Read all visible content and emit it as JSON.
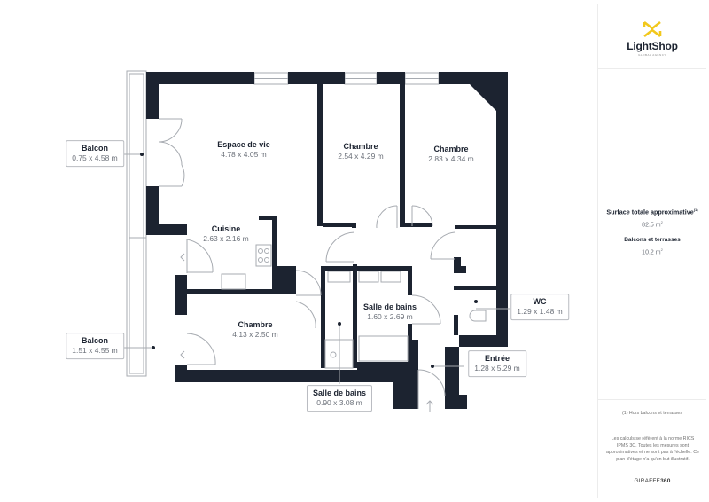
{
  "brand": {
    "name": "LightShop",
    "tagline": "GLOBAL AGENCY",
    "accent_color": "#f2c81c"
  },
  "colors": {
    "wall": "#1c2330",
    "fixture": "#a7abb1",
    "label_dim": "#6b7079"
  },
  "rooms": [
    {
      "id": "espace-de-vie",
      "name": "Espace de vie",
      "dims": "4.78 x 4.05 m",
      "boxed": false
    },
    {
      "id": "chambre-1",
      "name": "Chambre",
      "dims": "2.54 x 4.29 m",
      "boxed": false
    },
    {
      "id": "chambre-2",
      "name": "Chambre",
      "dims": "2.83 x 4.34 m",
      "boxed": false
    },
    {
      "id": "cuisine",
      "name": "Cuisine",
      "dims": "2.63 x 2.16 m",
      "boxed": false
    },
    {
      "id": "chambre-3",
      "name": "Chambre",
      "dims": "4.13 x 2.50 m",
      "boxed": false
    },
    {
      "id": "salle-de-bains-1",
      "name": "Salle de bains",
      "dims": "1.60 x 2.69 m",
      "boxed": false
    },
    {
      "id": "balcon-1",
      "name": "Balcon",
      "dims": "0.75 x 4.58 m",
      "boxed": true
    },
    {
      "id": "balcon-2",
      "name": "Balcon",
      "dims": "1.51 x 4.55 m",
      "boxed": true
    },
    {
      "id": "wc",
      "name": "WC",
      "dims": "1.29 x 1.48 m",
      "boxed": true
    },
    {
      "id": "entree",
      "name": "Entrée",
      "dims": "1.28 x 5.29 m",
      "boxed": true
    },
    {
      "id": "salle-de-bains-2",
      "name": "Salle de bains",
      "dims": "0.90 x 3.08 m",
      "boxed": true
    }
  ],
  "summary": {
    "total_label": "Surface totale approximative",
    "total_footnote": "(1)",
    "total_value": "82.5 m",
    "total_unit_sup": "2",
    "balcony_label": "Balcons et terrasses",
    "balcony_value": "10.2 m",
    "balcony_unit_sup": "2"
  },
  "footnote": "(1) Hors balcons et terrasses",
  "disclaimer": "Les calculs se réfèrent à la norme RICS IPMS 3C. Toutes les mesures sont approximatives et ne sont pas à l'échelle. Ce plan d'étage n'a qu'un but illustratif.",
  "credit": {
    "prefix": "GIRAFFE",
    "suffix": "360"
  }
}
